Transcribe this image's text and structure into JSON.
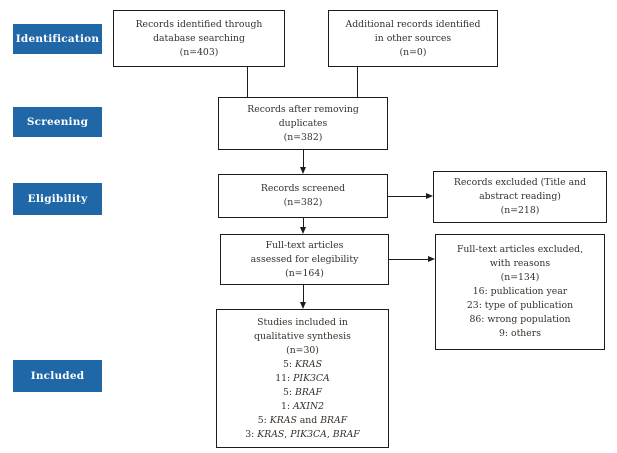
{
  "colors": {
    "stage_background": "#1f67a7",
    "stage_text": "#ffffff",
    "box_border": "#1c1c1c",
    "box_text": "#38302a",
    "page_background": "#ffffff"
  },
  "stages": [
    {
      "label": "Identification"
    },
    {
      "label": "Screening"
    },
    {
      "label": "Eligibility"
    },
    {
      "label": "Included"
    }
  ],
  "boxes": {
    "identified": {
      "lines": [
        [
          "Records identified through"
        ],
        [
          "database searching"
        ],
        [
          "(n=403)"
        ]
      ]
    },
    "additional": {
      "lines": [
        [
          "Additional records identified"
        ],
        [
          "in other sources"
        ],
        [
          "(n=0)"
        ]
      ]
    },
    "duplicates_removed": {
      "lines": [
        [
          "Records after removing"
        ],
        [
          "duplicates"
        ],
        [
          "(n=382)"
        ]
      ]
    },
    "screened": {
      "lines": [
        [
          "Records screened"
        ],
        [
          "(n=382)"
        ]
      ]
    },
    "excluded_screening": {
      "lines": [
        [
          "Records excluded (Title and"
        ],
        [
          "abstract reading)"
        ],
        [
          "(n=218)"
        ]
      ]
    },
    "fulltext_assessed": {
      "lines": [
        [
          "Full-text articles"
        ],
        [
          "assessed for elegibility"
        ],
        [
          "(n=164)"
        ]
      ]
    },
    "fulltext_excluded": {
      "lines": [
        [
          "Full-text articles excluded,"
        ],
        [
          "with reasons"
        ],
        [
          "(n=134)"
        ],
        [
          "16: publication year"
        ],
        [
          "23: type of publication"
        ],
        [
          "86: wrong population"
        ],
        [
          "9: others"
        ]
      ]
    },
    "studies_included": {
      "lines": [
        [
          "Studies included in"
        ],
        [
          "qualitative synthesis"
        ],
        [
          "(n=30)"
        ],
        [
          "5: ",
          {
            "i": "KRAS"
          }
        ],
        [
          "11: ",
          {
            "i": "PIK3CA"
          }
        ],
        [
          "5: ",
          {
            "i": "BRAF"
          }
        ],
        [
          "1: ",
          {
            "i": "AXIN2"
          }
        ],
        [
          "5: ",
          {
            "i": "KRAS"
          },
          " and ",
          {
            "i": "BRAF"
          }
        ],
        [
          "3: ",
          {
            "i": "KRAS"
          },
          ", ",
          {
            "i": "PIK3CA"
          },
          ", ",
          {
            "i": "BRAF"
          }
        ]
      ]
    }
  }
}
